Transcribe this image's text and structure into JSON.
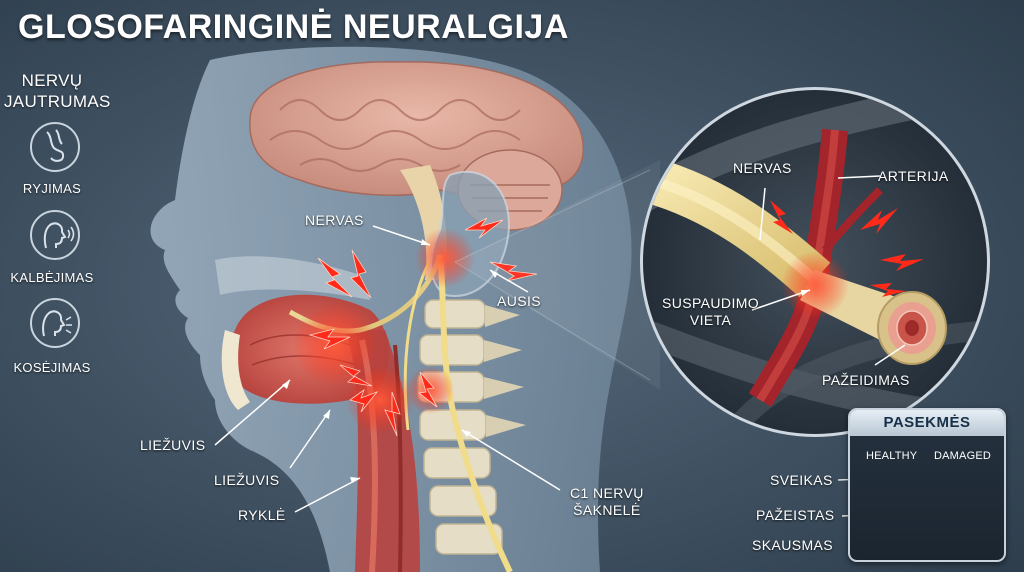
{
  "title": "GLOSOFARINGINĖ NEURALGIJA",
  "sensitivity": {
    "heading_line1": "NERVŲ",
    "heading_line2": "JAUTRUMAS",
    "items": [
      {
        "label": "RYJIMAS",
        "icon": "swallow-icon"
      },
      {
        "label": "KALBĖJIMAS",
        "icon": "speaking-head-icon"
      },
      {
        "label": "KOSĖJIMAS",
        "icon": "cough-head-icon"
      }
    ]
  },
  "head_labels": {
    "nerve": "NERVAS",
    "ear": "AUSIS",
    "tongue_upper": "LIEŽUVIS",
    "tongue_lower": "LIEŽUVIS",
    "pharynx": "RYKLĖ",
    "c1_line1": "C1 NERVŲ",
    "c1_line2": "ŠAKNELĖ"
  },
  "zoom_labels": {
    "nerve": "NERVAS",
    "artery": "ARTERIJA",
    "compression_line1": "SUSPAUDIMO",
    "compression_line2": "VIETA",
    "damage": "PAŽEIDIMAS"
  },
  "consequences": {
    "heading": "PASEKMĖS",
    "col_healthy": "HEALTHY",
    "col_damaged": "DAMAGED",
    "row_healthy": "SVEIKAS",
    "row_damaged": "PAŽEISTAS",
    "row_pain": "SKAUSMAS"
  },
  "colors": {
    "background": "#3a4d5e",
    "nerve": "#f1df98",
    "artery": "#b3282c",
    "pain": "#ff2a1a"
  }
}
